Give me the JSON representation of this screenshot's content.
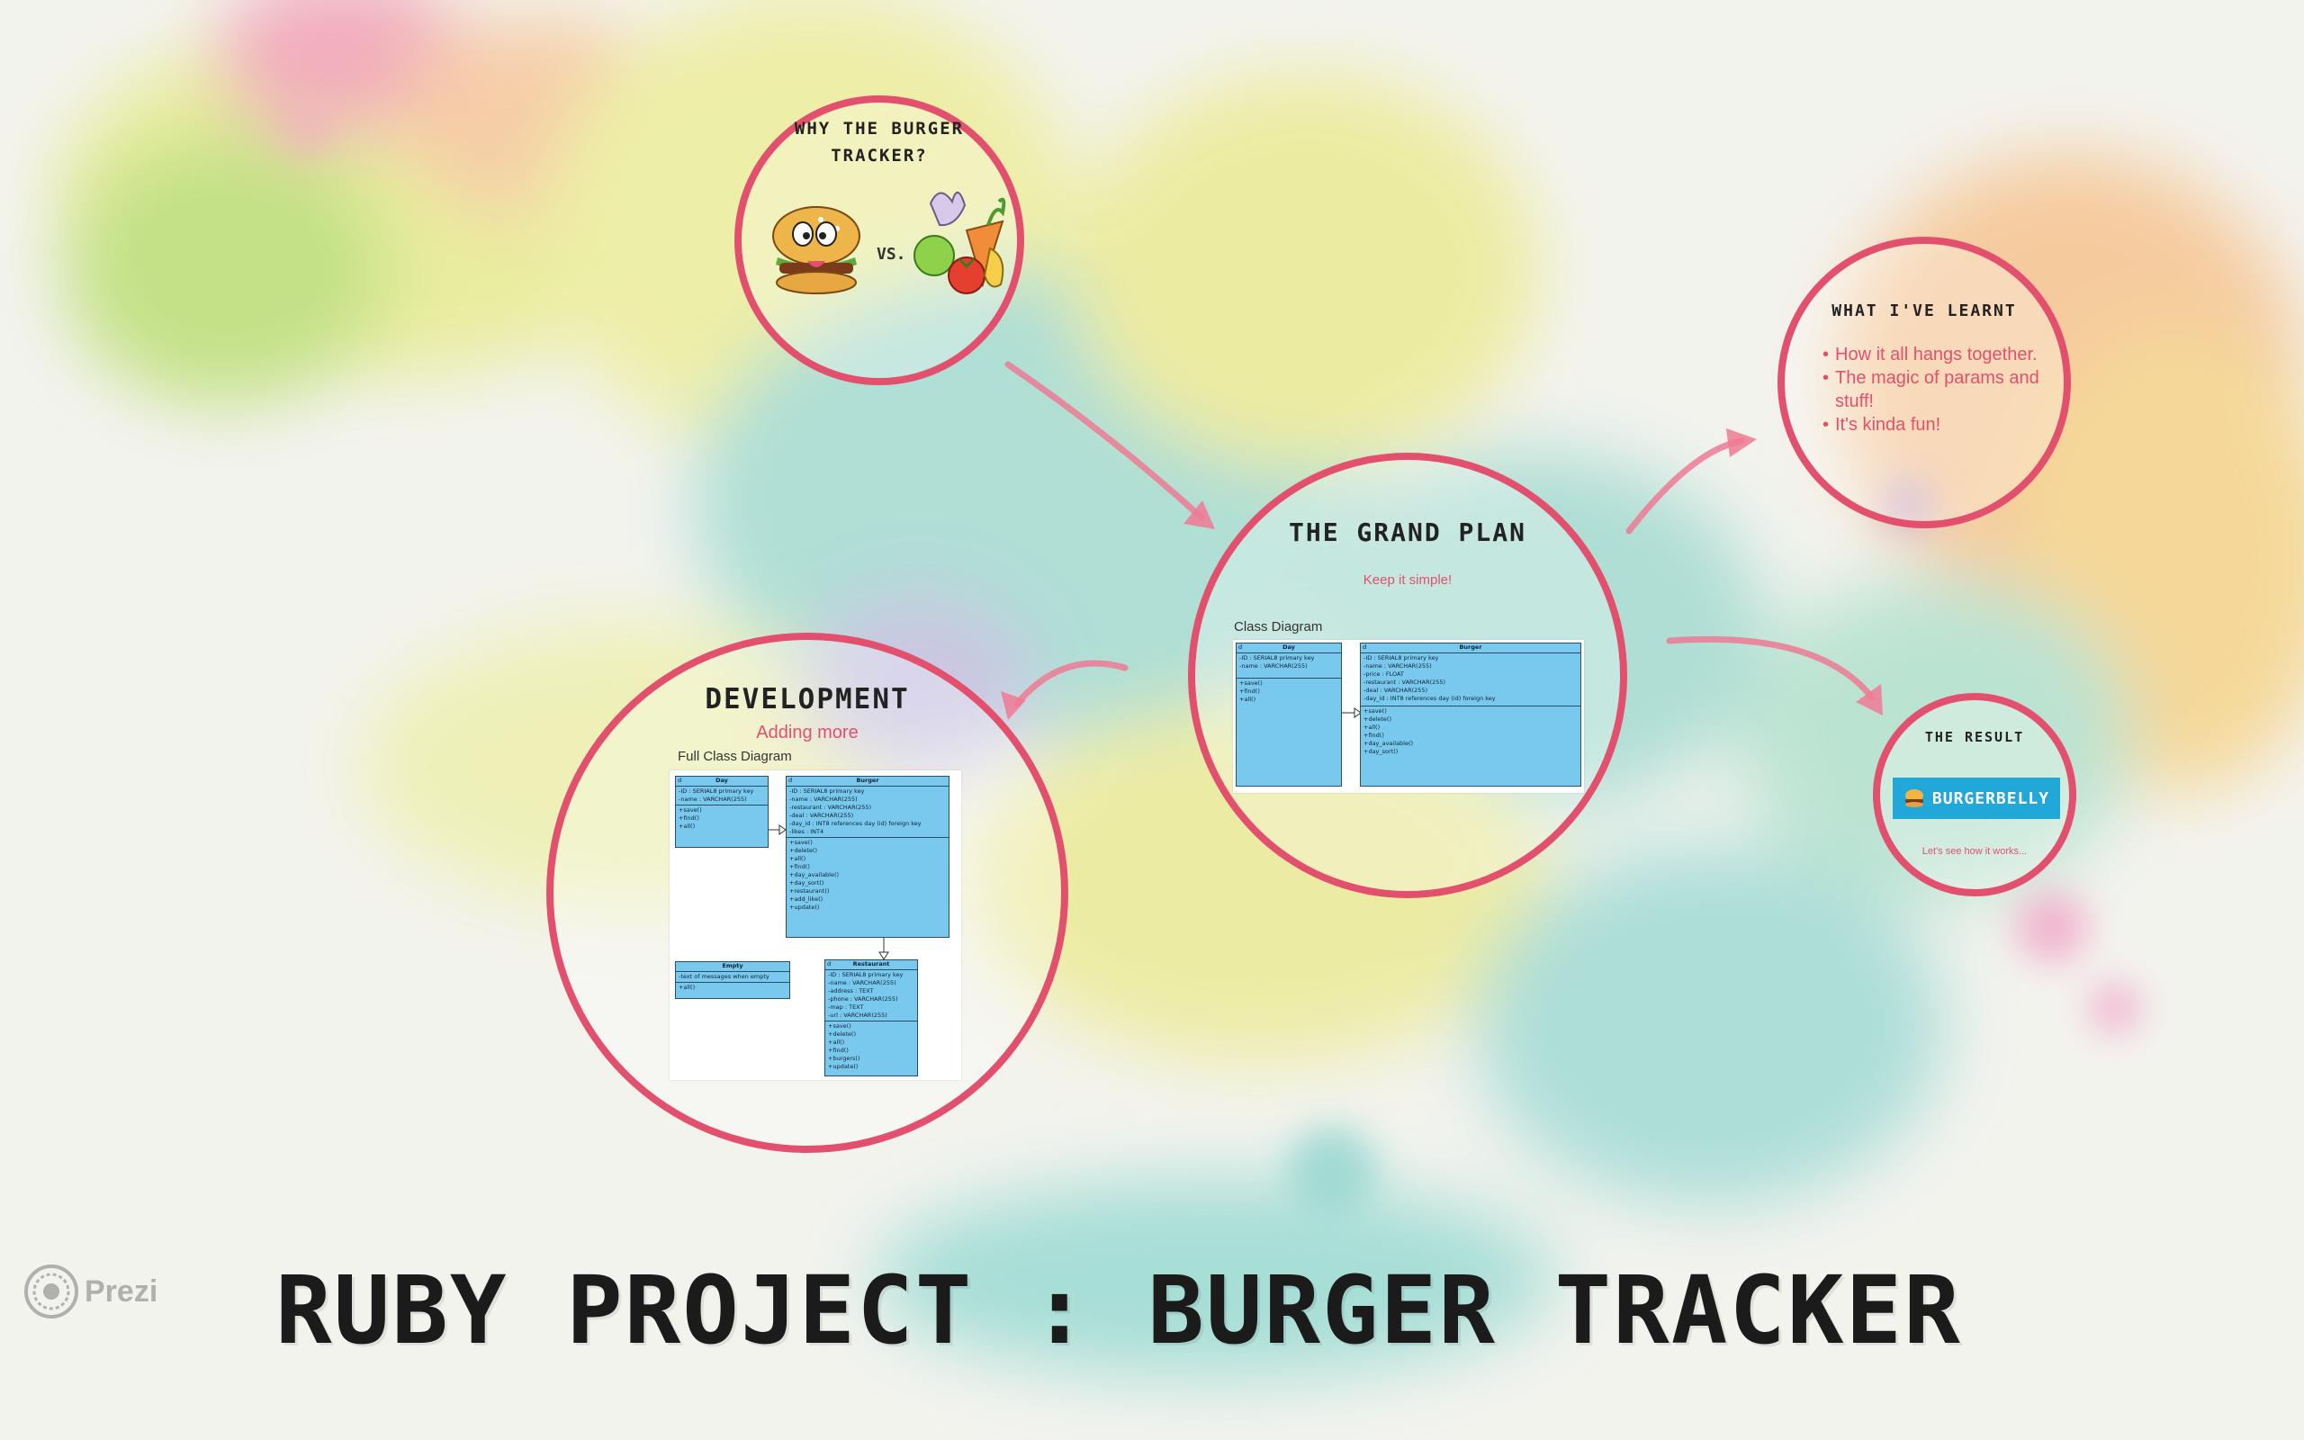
{
  "main_title": "RUBY PROJECT : BURGER TRACKER",
  "brand": {
    "logo_text": "Prezi"
  },
  "colors": {
    "accent": "#e2506e",
    "uml_fill": "#79c9ef",
    "uml_border": "#2b4e66"
  },
  "why": {
    "title_line1": "WHY THE BURGER",
    "title_line2": "TRACKER?",
    "vs_text": "VS."
  },
  "grand_plan": {
    "title": "THE GRAND PLAN",
    "subtitle": "Keep it simple!",
    "diagram_label": "Class Diagram"
  },
  "development": {
    "title": "DEVELOPMENT",
    "subtitle": "Adding more",
    "diagram_label": "Full Class Diagram"
  },
  "learnt": {
    "title": "WHAT I'VE LEARNT",
    "items": [
      "How it all hangs together.",
      "The magic of params and stuff!",
      "It's kinda fun!"
    ]
  },
  "result": {
    "title": "THE RESULT",
    "banner_text": "BURGERBELLY",
    "note": "Let's see how it works..."
  },
  "uml": {
    "day": {
      "stereo": "d",
      "name": "Day",
      "attrs": [
        "-ID : SERIAL8 primary key",
        "-name : VARCHAR(255)"
      ],
      "methods": [
        "+save()",
        "+find()",
        "+all()"
      ]
    },
    "burger_small": {
      "stereo": "d",
      "name": "Burger",
      "attrs": [
        "-ID : SERIAL8 primary key",
        "-name : VARCHAR(255)",
        "-price : FLOAT",
        "-restaurant : VARCHAR(255)",
        "-deal : VARCHAR(255)",
        "-day_id : INT8 references day (id) foreign key"
      ],
      "methods": [
        "+save()",
        "+delete()",
        "+all()",
        "+find()",
        "+day_available()",
        "+day_sort()"
      ]
    },
    "burger_full": {
      "stereo": "d",
      "name": "Burger",
      "attrs": [
        "-ID : SERIAL8 primary key",
        "-name : VARCHAR(255)",
        "-restaurant : VARCHAR(255)",
        "-deal : VARCHAR(255)",
        "-day_id : INT8 references day (id) foreign key",
        "-likes : INT4"
      ],
      "methods": [
        "+save()",
        "+delete()",
        "+all()",
        "+find()",
        "+day_available()",
        "+day_sort()",
        "+restaurant()",
        "+add_like()",
        "+update()"
      ]
    },
    "empty": {
      "name": "Empty",
      "attrs": [
        "-text of messages when empty"
      ],
      "methods": [
        "+all()"
      ]
    },
    "restaurant": {
      "stereo": "d",
      "name": "Restaurant",
      "attrs": [
        "-ID : SERIAL8 primary key",
        "-name : VARCHAR(255)",
        "-address : TEXT",
        "-phone : VARCHAR(255)",
        "-map : TEXT",
        "-url : VARCHAR(255)"
      ],
      "methods": [
        "+save()",
        "+delete()",
        "+all()",
        "+find()",
        "+burgers()",
        "+update()"
      ]
    }
  }
}
